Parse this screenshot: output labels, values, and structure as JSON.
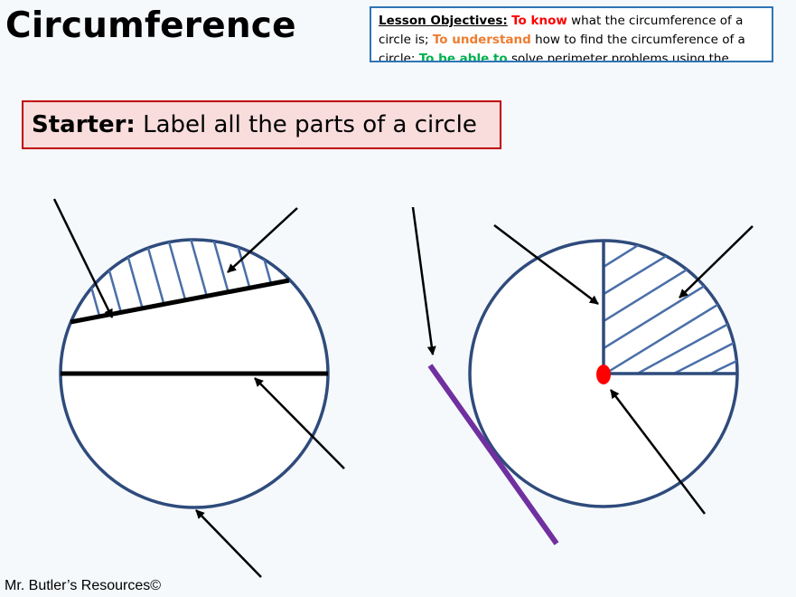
{
  "title": "Circumference",
  "objectives": {
    "label": "Lesson Objectives:",
    "part1_em": "To know",
    "part1_rest": " what the circumference of a circle is;",
    "part2_em": "To understand",
    "part2_rest": " how to find the circumference of a circle;",
    "part3_em": "To be able to",
    "part3_rest": " solve perimeter problems using the circumference."
  },
  "starter": {
    "label": "Starter:",
    "text": "Label all the parts of a circle"
  },
  "footer": "Mr. Butler’s Resources©",
  "colors": {
    "circle_outline": "#2f4b7c",
    "hatch": "#4a6fa8",
    "tangent": "#7030a0",
    "centre_dot": "#ff0000",
    "starter_border": "#c00000",
    "objectives_border": "#2e75b6"
  }
}
